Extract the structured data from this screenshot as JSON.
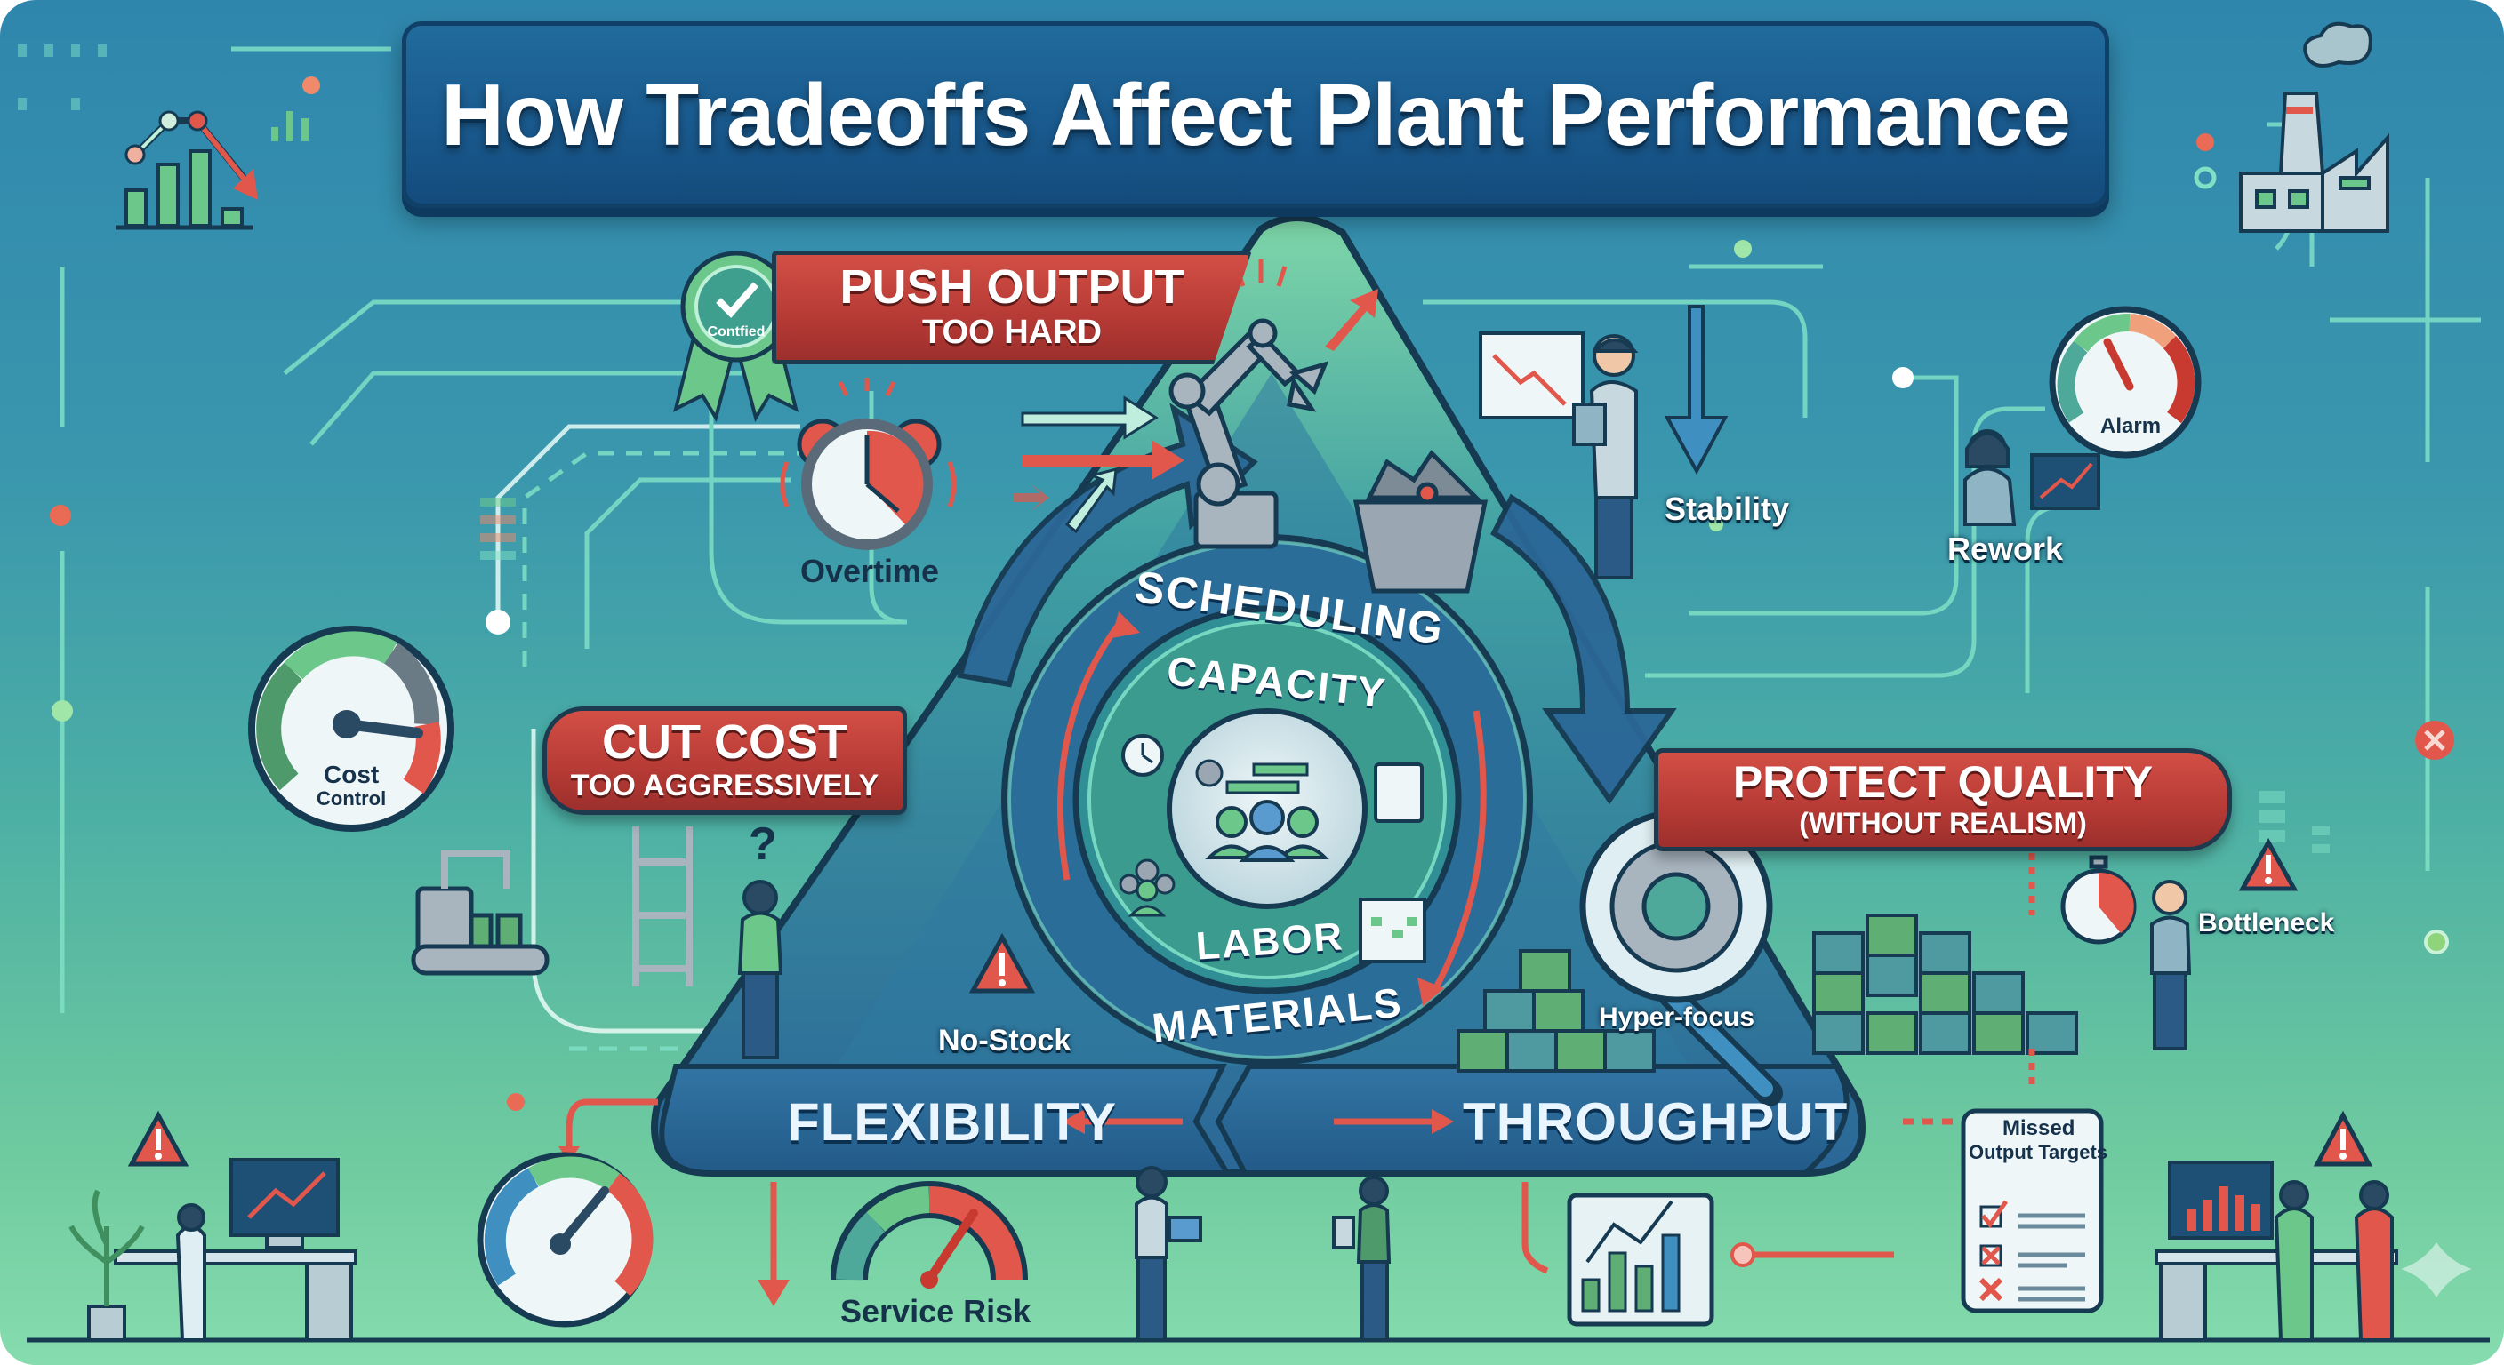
{
  "title": "How Tradeoffs Affect Plant Performance",
  "banners": {
    "push_output": {
      "line1": "PUSH OUTPUT",
      "line2": "TOO HARD"
    },
    "cut_cost": {
      "line1": "CUT COST",
      "line2": "TOO AGGRESSIVELY"
    },
    "protect_quality": {
      "line1": "PROTECT QUALITY",
      "line2": "(WITHOUT REALISM)"
    }
  },
  "triangle": {
    "bottom_left": "FLEXIBILITY",
    "bottom_right": "THROUGHPUT"
  },
  "center_rings": {
    "outer_top": "SCHEDULING",
    "inner_top": "CAPACITY",
    "inner_bottom": "LABOR",
    "outer_bottom": "MATERIALS"
  },
  "labels": {
    "badge": "Contfied",
    "overtime": "Overtime",
    "stability": "Stability",
    "rework": "Rework",
    "alarm": "Alarm",
    "cost_control_line1": "Cost",
    "cost_control_line2": "Control",
    "no_stock": "No-Stock",
    "hyper_focus": "Hyper-focus",
    "bottleneck": "Bottleneck",
    "service_risk": "Service Risk",
    "missed_targets_line1": "Missed",
    "missed_targets_line2": "Output Targets",
    "question_mark": "?"
  },
  "icons": {
    "top_left": "declining-bar-chart-icon",
    "top_right": "factory-icon",
    "badge": "certified-ribbon-icon",
    "overtime": "alarm-clock-icon",
    "robot": "robotic-arm-icon",
    "scrap": "scrap-bin-icon",
    "alarm": "gauge-icon",
    "warning": "warning-triangle-icon",
    "close": "close-circle-icon",
    "magnifier": "magnifier-gear-icon",
    "stopwatch": "stopwatch-icon",
    "checklist": "checklist-icon"
  },
  "colors": {
    "title_bg": "#1a5a8e",
    "banner_red": "#b63a35",
    "triangle_blue": "#2b6797",
    "accent_green": "#6cc88a",
    "warning_red": "#e2574c",
    "bg_top": "#2f86ad",
    "bg_bottom": "#86dcae"
  }
}
